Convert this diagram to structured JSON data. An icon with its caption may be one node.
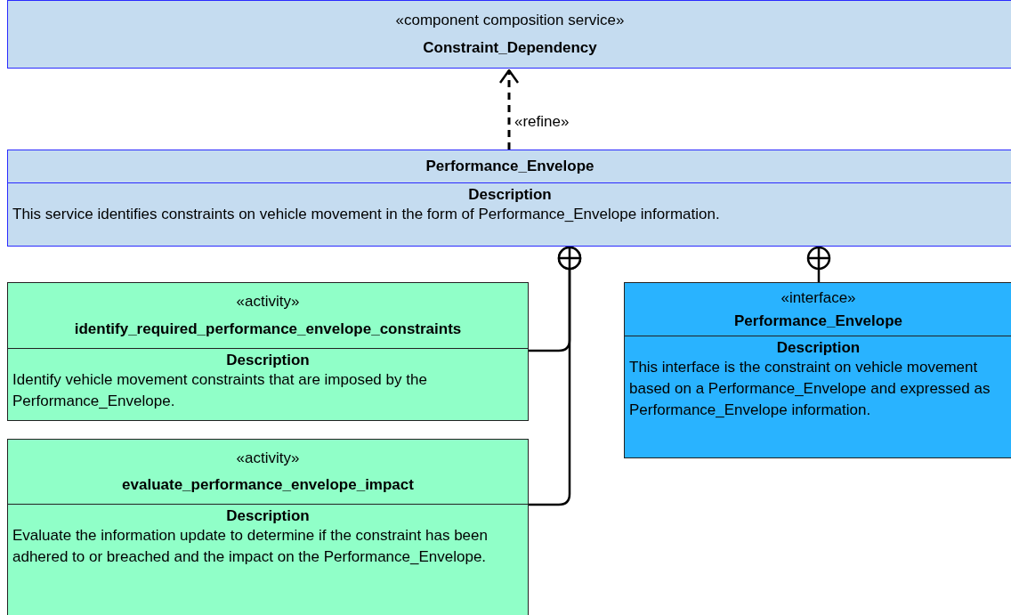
{
  "diagram": {
    "nodes": [
      {
        "text": [
          "«component composition service»",
          "Constraint_Dependency"
        ]
      },
      {
        "text": [
          "Performance_Envelope",
          "Description",
          "This service identifies constraints on vehicle movement in the form of Performance_Envelope information."
        ]
      },
      {
        "text": [
          "«activity»",
          "identify_required_performance_envelope_constraints",
          "Description",
          "Identify vehicle movement constraints that are imposed by the Performance_Envelope."
        ]
      },
      {
        "text": [
          "«activity»",
          "evaluate_performance_envelope_impact",
          "Description",
          "Evaluate the information update to determine if the constraint has been adhered to or breached and the impact on the Performance_Envelope."
        ]
      },
      {
        "text": [
          "«interface»",
          "Performance_Envelope",
          "Description",
          "This interface is the constraint on vehicle movement based on a Performance_Envelope and expressed as Performance_Envelope information."
        ]
      }
    ],
    "edges": [
      {
        "from": 1,
        "to": 0,
        "arrow": "to",
        "label": "«refine»",
        "style": "dashed"
      },
      {
        "from": 2,
        "to": 1,
        "arrow": "other"
      },
      {
        "from": 3,
        "to": 1,
        "arrow": "other"
      },
      {
        "from": 4,
        "to": 1,
        "arrow": "other"
      }
    ]
  }
}
